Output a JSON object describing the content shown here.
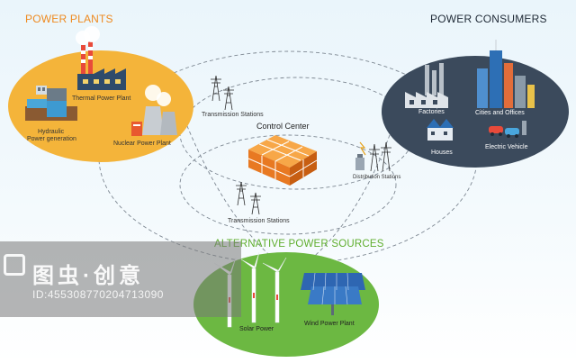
{
  "headings": {
    "power_plants": "POWER PLANTS",
    "power_consumers": "POWER CONSUMERS",
    "alternative_sources": "ALTERNATIVE POWER SOURCES"
  },
  "center": {
    "label": "Control Center"
  },
  "plants": {
    "thermal": "Thermal Power Plant",
    "hydraulic_line1": "Hydraulic",
    "hydraulic_line2": "Power generation",
    "nuclear": "Nuclear Power Plant"
  },
  "consumers": {
    "factories": "Factories",
    "cities": "Cities and Offices",
    "houses": "Houses",
    "vehicle": "Electric Vehicle"
  },
  "alternative": {
    "solar": "Solar Power",
    "wind": "Wind Power Plant"
  },
  "stations": {
    "transmission_top": "Transmission Stations",
    "transmission_bottom": "Transmission Stations",
    "distribution": "Distribution Stations"
  },
  "watermark": {
    "brand": "图虫·创意",
    "id": "ID:455308770204713090"
  },
  "colors": {
    "plants_ellipse": "#f4b43a",
    "consumers_ellipse": "#3b4a5c",
    "alternative_ellipse": "#6cb842",
    "control_center": "#f08a2a",
    "dashed_line": "#7d8792"
  }
}
